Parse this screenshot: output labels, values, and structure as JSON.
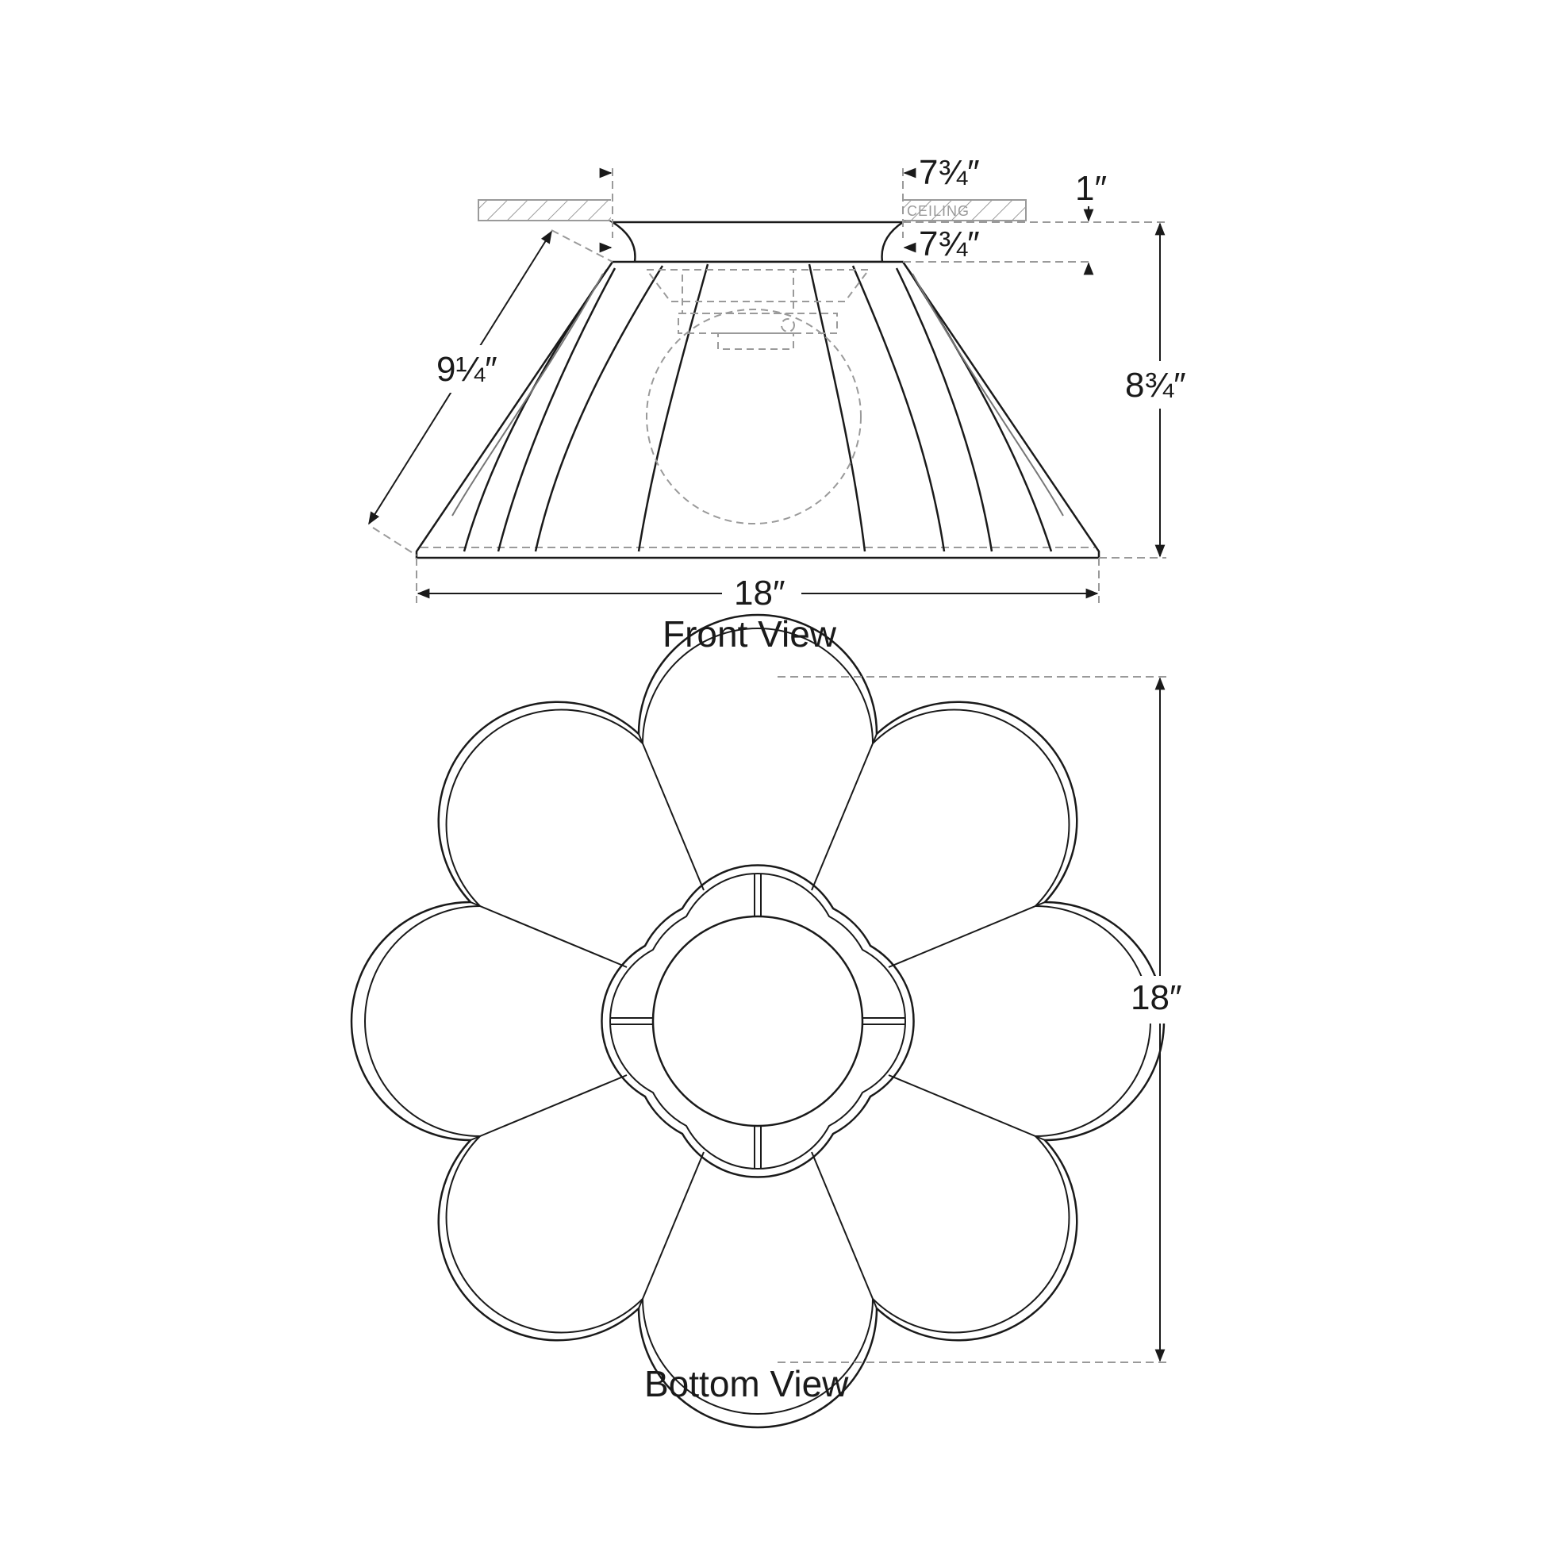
{
  "front_view": {
    "caption": "Front View",
    "ceiling_label": "CEILING",
    "dims": {
      "canopy_top": "7¾″",
      "canopy_bottom": "7¾″",
      "canopy_height": "1″",
      "slant_length": "9¼″",
      "overall_height": "8¾″",
      "width": "18″"
    }
  },
  "bottom_view": {
    "caption": "Bottom View",
    "dims": {
      "diameter": "18″"
    }
  },
  "colors": {
    "line": "#1a1a1a",
    "hidden": "#9a9a9a"
  }
}
